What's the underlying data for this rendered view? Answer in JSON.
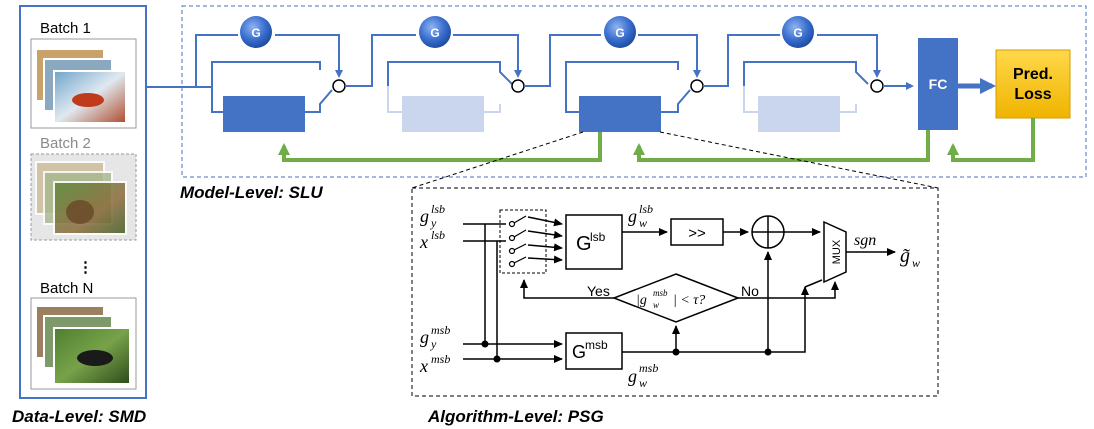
{
  "data_level": {
    "title": "Data-Level: SMD",
    "batches": [
      {
        "label": "Batch 1"
      },
      {
        "label": "Batch 2"
      },
      {
        "label": "⋮"
      },
      {
        "label": "Batch N"
      }
    ]
  },
  "model_level": {
    "title": "Model-Level: SLU",
    "gate_label": "G",
    "fc_label": "FC",
    "loss_label_line1": "Pred.",
    "loss_label_line2": "Loss",
    "colors": {
      "layer_active": "#4472c4",
      "layer_inactive": "#c9d6ee",
      "wire": "#4472c4",
      "feedback": "#70ad47",
      "loss": "#ffc000"
    }
  },
  "algorithm_level": {
    "title": "Algorithm-Level: PSG",
    "g_lsb_block": "G",
    "g_lsb_sup": "lsb",
    "g_msb_block": "G",
    "g_msb_sup": "msb",
    "shift_label": ">>",
    "mux_label": "MUX",
    "yes_label": "Yes",
    "no_label": "No",
    "sgn_label": "sgn",
    "inputs": {
      "gy_lsb_base": "g",
      "gy_lsb_sub": "y",
      "gy_lsb_sup": "lsb",
      "x_lsb_base": "x",
      "x_lsb_sup": "lsb",
      "gy_msb_base": "g",
      "gy_msb_sub": "y",
      "gy_msb_sup": "msb",
      "x_msb_base": "x",
      "x_msb_sup": "msb"
    },
    "gw_lsb_base": "g",
    "gw_lsb_sub": "w",
    "gw_lsb_sup": "lsb",
    "gw_msb_base": "g",
    "gw_msb_sub": "w",
    "gw_msb_sup": "msb",
    "cond_pre": "|g",
    "cond_sub": "w",
    "cond_sup": "msb",
    "cond_post": "| < τ?",
    "output_base": "g̃",
    "output_sub": "w"
  }
}
